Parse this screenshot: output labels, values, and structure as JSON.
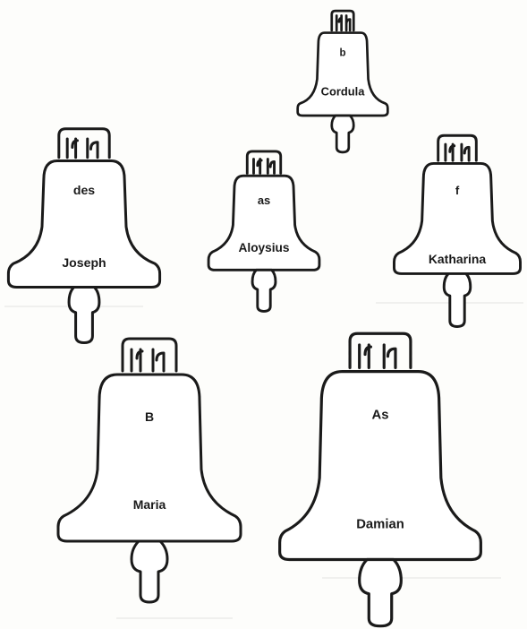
{
  "bells": [
    {
      "id": "cordula",
      "note": "b",
      "name": "Cordula"
    },
    {
      "id": "joseph",
      "note": "des",
      "name": "Joseph"
    },
    {
      "id": "aloysius",
      "note": "as",
      "name": "Aloysius"
    },
    {
      "id": "katharina",
      "note": "f",
      "name": "Katharina"
    },
    {
      "id": "maria",
      "note": "B",
      "name": "Maria"
    },
    {
      "id": "damian",
      "note": "As",
      "name": "Damian"
    }
  ],
  "colors": {
    "outline": "#1a1a1a",
    "fill": "#ffffff",
    "background": "#fdfdfb"
  },
  "icons": {
    "bell": "bell-icon",
    "crown": "crown-icon",
    "clapper": "clapper-icon"
  }
}
